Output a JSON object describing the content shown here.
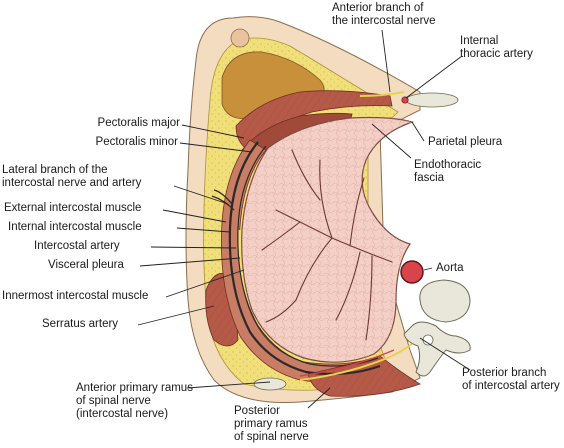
{
  "labels": {
    "anterior_branch": "Anterior branch of\nthe intercostal nerve",
    "internal_thoracic": "Internal\nthoracic artery",
    "pectoralis_major": "Pectoralis major",
    "pectoralis_minor": "Pectoralis minor",
    "parietal_pleura": "Parietal pleura",
    "endothoracic": "Endothoracic\nfascia",
    "lateral_branch": "Lateral branch of the\nintercostal nerve and artery",
    "external_intercostal": "External intercostal muscle",
    "internal_intercostal": "Internal intercostal muscle",
    "intercostal_artery": "Intercostal artery",
    "visceral_pleura": "Visceral pleura",
    "aorta": "Aorta",
    "innermost_intercostal": "Innermost intercostal muscle",
    "serratus_artery": "Serratus artery",
    "posterior_branch": "Posterior branch\nof intercostal artery",
    "anterior_ramus": "Anterior primary ramus\nof spinal nerve\n(intercostal nerve)",
    "posterior_ramus": "Posterior\nprimary ramus\nof spinal nerve"
  },
  "colors": {
    "skin": "#f3dcc0",
    "fat": "#f1df7a",
    "breast_tissue": "#c9903c",
    "muscle": "#b55a48",
    "lung": "#f4cfc6",
    "aorta": "#d9434a",
    "bone": "#e9e7da",
    "leader": "#222222"
  }
}
